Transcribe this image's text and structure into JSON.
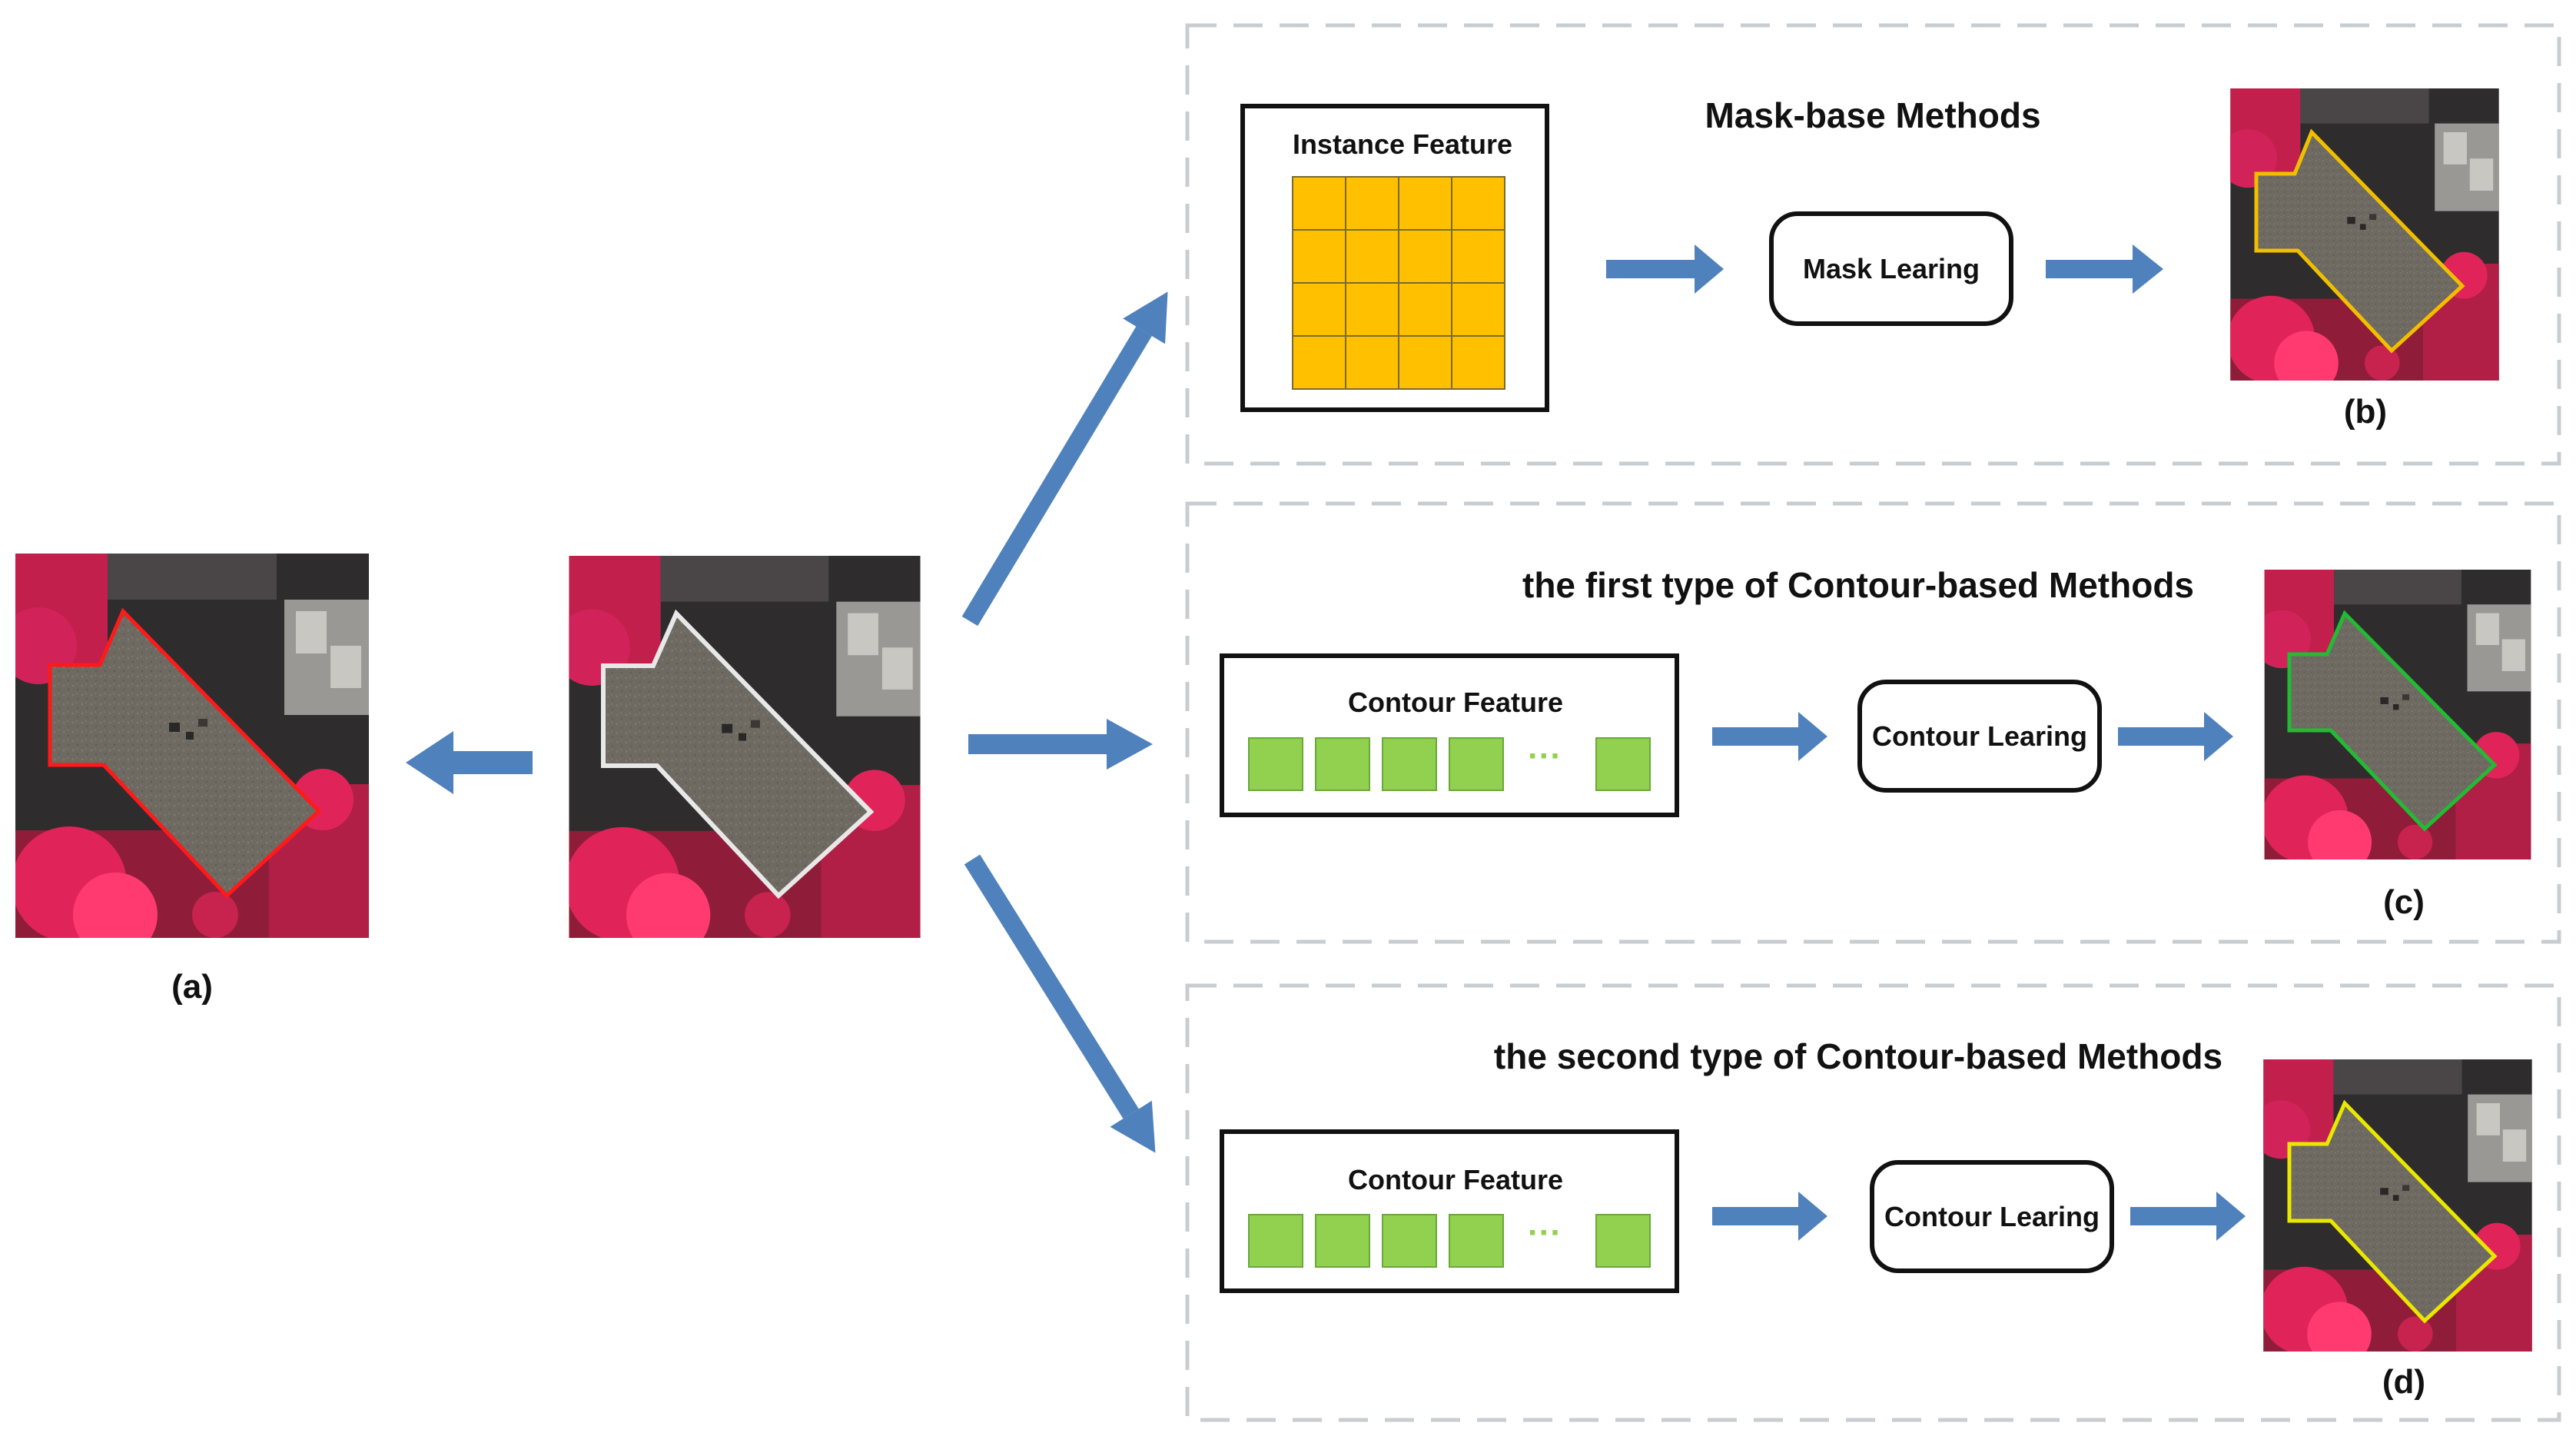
{
  "diagram": {
    "colors": {
      "arrow": "#4f81bd",
      "dashed_border": "#c8cdd2",
      "instance_cell": "#ffc000",
      "contour_cell": "#92d050",
      "outline_red": "#ff1a1a",
      "outline_white": "#e8e8e8",
      "outline_yellow_b": "#f0c000",
      "outline_green": "#22bb33",
      "outline_yellow_d": "#e8e800",
      "photo_roof": "#6e6a62",
      "photo_veg": "#e0245a"
    },
    "labels": {
      "a": "(a)",
      "b": "(b)",
      "c": "(c)",
      "d": "(d)"
    },
    "panels": [
      {
        "title": "Mask-base Methods",
        "feature_label": "Instance Feature",
        "process_label": "Mask Learing",
        "grid_rows": 4,
        "grid_cols": 4
      },
      {
        "title": "the first type of Contour-based Methods",
        "feature_label": "Contour Feature",
        "process_label": "Contour Learing",
        "ellipsis": "···"
      },
      {
        "title": "the second type of Contour-based Methods",
        "feature_label": "Contour Feature",
        "process_label": "Contour Learing",
        "ellipsis": "···"
      }
    ]
  }
}
